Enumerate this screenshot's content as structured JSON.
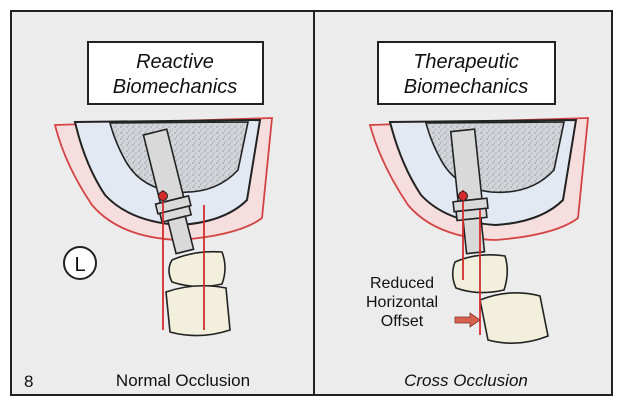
{
  "figure_number": "8",
  "panels": [
    {
      "title_line1": "Reactive",
      "title_line2": "Biomechanics",
      "side_marker": "L",
      "caption": "Normal Occlusion"
    },
    {
      "title_line1": "Therapeutic",
      "title_line2": "Biomechanics",
      "annotation_line1": "Reduced",
      "annotation_line2": "Horizontal",
      "annotation_line3": "Offset",
      "caption": "Cross Occlusion"
    }
  ],
  "colors": {
    "panel_bg": "#ececec",
    "gum": "#f6dede",
    "gum_line": "#d44444",
    "bone": "#e2e9f2",
    "marrow": "#c9cdd3",
    "implant": "#d9d9d9",
    "tooth": "#f2f0dc",
    "force_line": "#d32c2c",
    "arrow": "#d4624c"
  }
}
